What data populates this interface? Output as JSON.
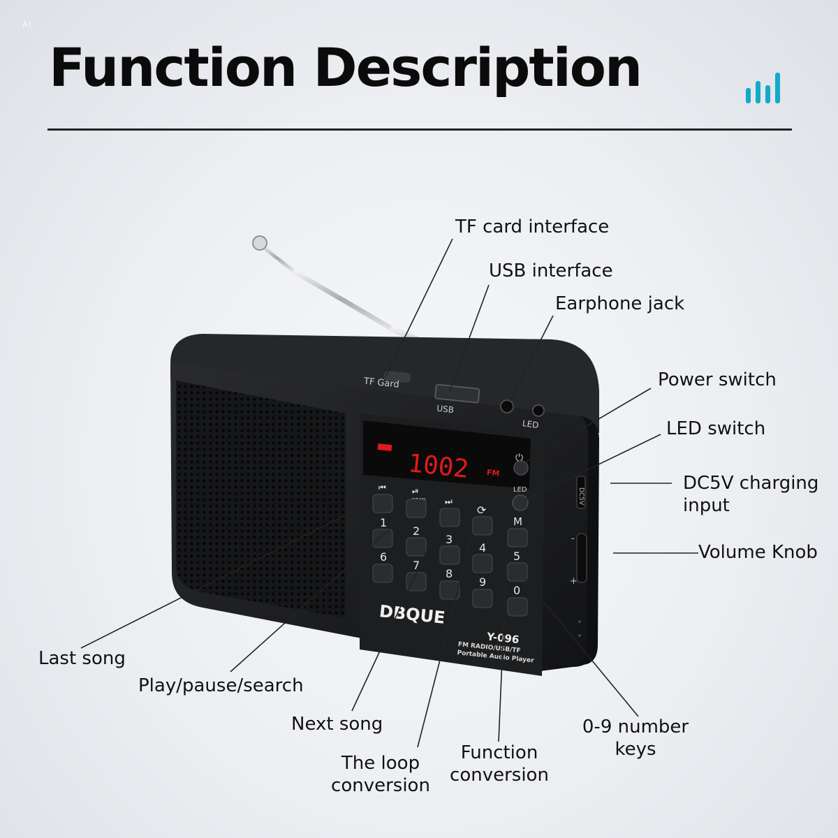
{
  "header": {
    "title": "Function Description",
    "corner_mark": "AI",
    "accent_color": "#15a9c9"
  },
  "device": {
    "brand": "DBQUE",
    "model": "Y-096",
    "subtitle_line1": "FM RADIO/USB/TF",
    "subtitle_line2": "Portable Audio Player",
    "display_digits": "1002",
    "display_unit": "FM",
    "port_labels": {
      "tf": "TF Gard",
      "usb": "USB",
      "led": "LED",
      "dc": "DC5V"
    },
    "side_labels": {
      "minus": "-",
      "plus": "+"
    },
    "button_labels": {
      "power_led": "LED",
      "m": "M",
      "scan": "SCAN",
      "num1": "1",
      "num2": "2",
      "num3": "3",
      "num4": "4",
      "num5": "5",
      "num6": "6",
      "num7": "7",
      "num8": "8",
      "num9": "9",
      "num0": "0"
    },
    "body_color": "#1b1c1e",
    "display_color": "#e01a1a"
  },
  "callouts": {
    "tf_card": "TF card interface",
    "usb": "USB interface",
    "earphone": "Earphone jack",
    "power": "Power switch",
    "led": "LED switch",
    "dc_line1": "DC5V charging",
    "dc_line2": "input",
    "volume": "Volume Knob",
    "last_song": "Last song",
    "play_pause": "Play/pause/search",
    "next_song": "Next song",
    "loop_line1": "The loop",
    "loop_line2": "conversion",
    "function_line1": "Function",
    "function_line2": "conversion",
    "keys_line1": "0-9 number",
    "keys_line2": "keys"
  }
}
